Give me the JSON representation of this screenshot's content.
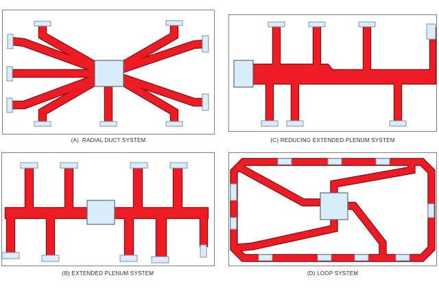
{
  "figure": {
    "background": "#ffffff",
    "colors": {
      "duct_red": "#ed1c24",
      "duct_outline": "#7c0e14",
      "register_fill": "#d8ecf9",
      "register_border": "#7d93a3",
      "unit_border": "#5a6a76",
      "panel_border": "#7f7f7f",
      "caption_color": "#2b2b2b"
    },
    "panels": [
      {
        "key": "A",
        "caption": "(A)  RADIAL DUCT SYSTEM",
        "register_count": 10,
        "has_central_unit": true
      },
      {
        "key": "C",
        "caption": "(C) REDUCING EXTENDED PLENUM SYSTEM",
        "register_count": 7,
        "has_central_unit": true
      },
      {
        "key": "B",
        "caption": "(B) EXTENDED PLENUM SYSTEM",
        "register_count": 9,
        "has_central_unit": true
      },
      {
        "key": "D",
        "caption": "(D) LOOP SYSTEM",
        "register_count": 10,
        "has_central_unit": true
      }
    ]
  }
}
